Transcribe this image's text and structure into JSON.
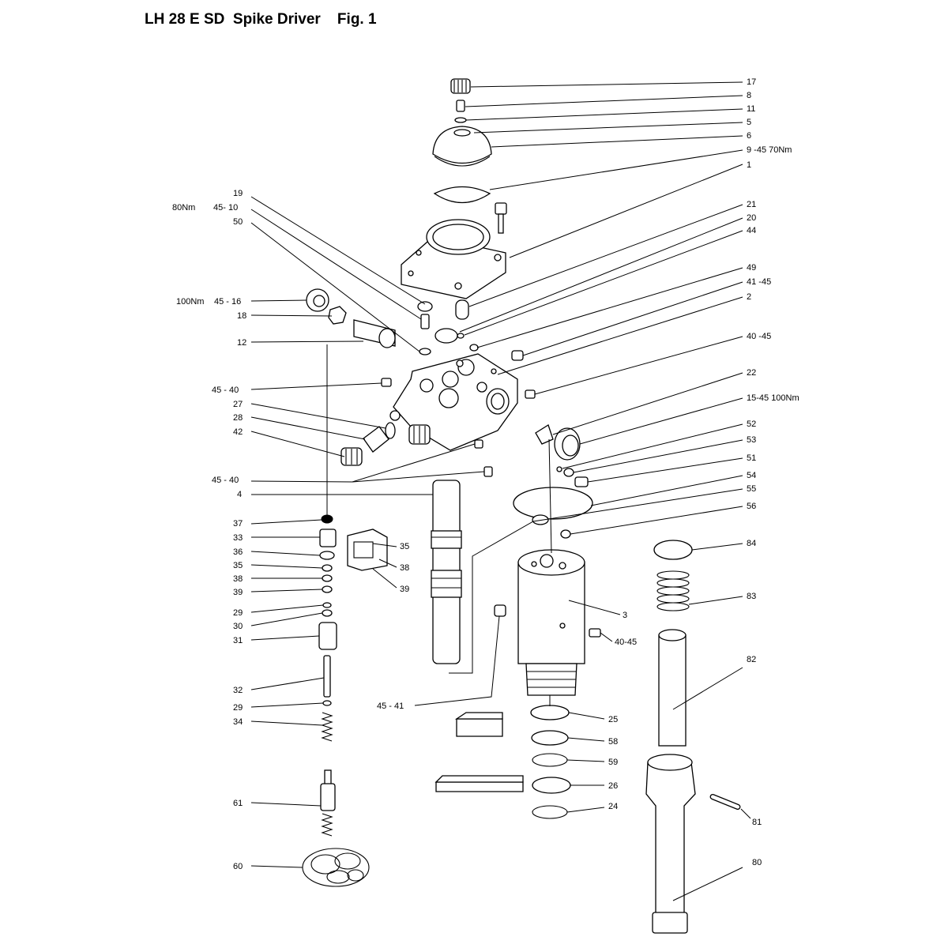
{
  "title": "LH 28 E SD  Spike Driver    Fig. 1",
  "callouts_right": [
    {
      "id": "c17",
      "text": "17"
    },
    {
      "id": "c8",
      "text": "8"
    },
    {
      "id": "c11",
      "text": "11"
    },
    {
      "id": "c5",
      "text": "5"
    },
    {
      "id": "c6",
      "text": "6"
    },
    {
      "id": "c9",
      "text": "9 -45  70Nm"
    },
    {
      "id": "c1",
      "text": "1"
    },
    {
      "id": "c21",
      "text": "21"
    },
    {
      "id": "c20",
      "text": "20"
    },
    {
      "id": "c44",
      "text": "44"
    },
    {
      "id": "c49",
      "text": "49"
    },
    {
      "id": "c41",
      "text": "41 -45"
    },
    {
      "id": "c2",
      "text": "2"
    },
    {
      "id": "c40",
      "text": "40  -45"
    },
    {
      "id": "c22",
      "text": "22"
    },
    {
      "id": "c15",
      "text": "15-45 100Nm"
    },
    {
      "id": "c52",
      "text": "52"
    },
    {
      "id": "c53",
      "text": "53"
    },
    {
      "id": "c51",
      "text": "51"
    },
    {
      "id": "c54",
      "text": "54"
    },
    {
      "id": "c55",
      "text": "55"
    },
    {
      "id": "c56",
      "text": "56"
    },
    {
      "id": "c84",
      "text": "84"
    },
    {
      "id": "c83",
      "text": "83"
    },
    {
      "id": "c3",
      "text": "3"
    },
    {
      "id": "c40b",
      "text": "40-45"
    },
    {
      "id": "c82",
      "text": "82"
    },
    {
      "id": "c25",
      "text": "25"
    },
    {
      "id": "c58",
      "text": "58"
    },
    {
      "id": "c59",
      "text": "59"
    },
    {
      "id": "c26",
      "text": "26"
    },
    {
      "id": "c24",
      "text": "24"
    },
    {
      "id": "c81",
      "text": "81"
    },
    {
      "id": "c80",
      "text": "80"
    }
  ],
  "callouts_left": [
    {
      "id": "c19",
      "text": "19"
    },
    {
      "id": "c80nm",
      "text": "80Nm"
    },
    {
      "id": "c45_10",
      "text": "45- 10"
    },
    {
      "id": "c50",
      "text": "50"
    },
    {
      "id": "c100nm",
      "text": "100Nm"
    },
    {
      "id": "c45_16",
      "text": "45 - 16"
    },
    {
      "id": "c18",
      "text": "18"
    },
    {
      "id": "c12",
      "text": "12"
    },
    {
      "id": "c45_40a",
      "text": "45 - 40"
    },
    {
      "id": "c27",
      "text": "27"
    },
    {
      "id": "c28",
      "text": "28"
    },
    {
      "id": "c42",
      "text": "42"
    },
    {
      "id": "c45_40b",
      "text": "45 - 40"
    },
    {
      "id": "c4",
      "text": "4"
    },
    {
      "id": "c37",
      "text": "37"
    },
    {
      "id": "c33",
      "text": "33"
    },
    {
      "id": "c36",
      "text": "36"
    },
    {
      "id": "c35",
      "text": "35"
    },
    {
      "id": "c38",
      "text": "38"
    },
    {
      "id": "c39",
      "text": "39"
    },
    {
      "id": "c29",
      "text": "29"
    },
    {
      "id": "c30",
      "text": "30"
    },
    {
      "id": "c31",
      "text": "31"
    },
    {
      "id": "c32",
      "text": "32"
    },
    {
      "id": "c29b",
      "text": "29"
    },
    {
      "id": "c34",
      "text": "34"
    },
    {
      "id": "c61",
      "text": "61"
    },
    {
      "id": "c60",
      "text": "60"
    }
  ],
  "callouts_middle": [
    {
      "id": "c35m",
      "text": "35"
    },
    {
      "id": "c38m",
      "text": "38"
    },
    {
      "id": "c39m",
      "text": "39"
    },
    {
      "id": "c45_41",
      "text": "45  -  41"
    }
  ]
}
